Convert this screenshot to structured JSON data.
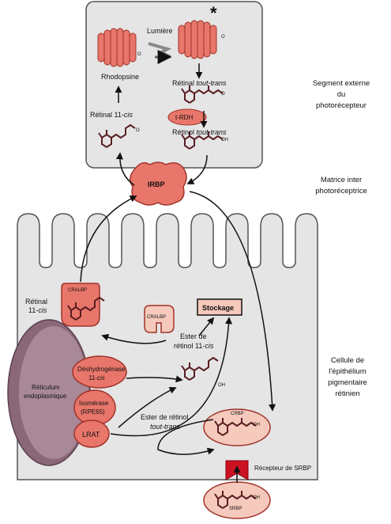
{
  "regions": {
    "outer_segment": [
      "Segment externe",
      "du",
      "photorécepteur"
    ],
    "matrix": [
      "Matrice inter",
      "photoréceptrice"
    ],
    "rpe": [
      "Cellule de",
      "l'épithélium",
      "pigmentaire",
      "rétinien"
    ]
  },
  "labels": {
    "lumiere": "Lumière",
    "rhodopsine": "Rhodopsine",
    "retinal_11cis_top": "Rétinal 11-",
    "cis": "cis",
    "retinal_all_trans": "Rétinal ",
    "tout_trans": "tout-trans",
    "retinol_all_trans": "Rétinol ",
    "trdh": "t-RDH",
    "irbp": "IRBP",
    "retinal_11cis_rpe_1": "Rétinal",
    "retinal_11cis_rpe_2": "11-",
    "cralbp": "CRALBP",
    "stockage": "Stockage",
    "ester_11cis_1": "Ester de",
    "ester_11cis_2": "rétinol 11-",
    "ester_trans": "Ester de rétinol",
    "dehydrogenase_1": "Déshydrogénase",
    "dehydrogenase_2": "11-",
    "isomerase_1": "Isomérase",
    "isomerase_2": "(RPE65)",
    "lrat": "LRAT",
    "er_1": "Réticulum",
    "er_2": "endoplasmique",
    "crbp": "CRBP",
    "srbp": "SRBP",
    "srbp_receptor": "Récepteur de SRBP",
    "asterisk": "*",
    "oh": "OH",
    "o": "O"
  },
  "colors": {
    "salmon": "#e8766a",
    "salmon_light": "#f5c9bb",
    "salmon_dark": "#a0332a",
    "cell_grey": "#e5e5e5",
    "er_purple": "#8a6878",
    "receptor_red": "#cc1122",
    "molecule": "#5a1e22"
  }
}
